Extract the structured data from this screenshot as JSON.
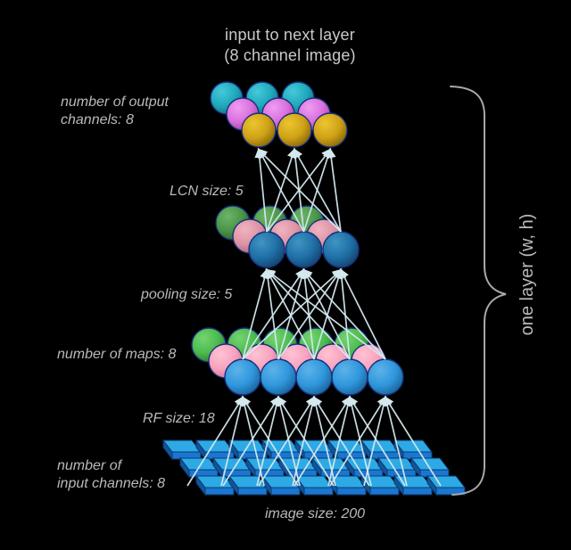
{
  "title": {
    "line1": "input to next layer",
    "line2": "(8 channel image)"
  },
  "labels": {
    "output_channels": [
      "number of output",
      "channels: 8"
    ],
    "lcn": "LCN size: 5",
    "pooling": "pooling size: 5",
    "maps": "number of maps: 8",
    "rf": "RF size: 18",
    "input_channels": [
      "number of",
      "input channels: 8"
    ],
    "image_size": "image size: 200",
    "brace": "one layer (w, h)"
  },
  "colors": {
    "background": "#000000",
    "label_text": "#b9b9b9",
    "title_text": "#c9c9c9",
    "connection_line": "#d4e8ee",
    "brace": "#a8a8a8",
    "sphere_outline": "#17317c",
    "tile_top": "#2daae6",
    "tile_front": "#1b76d2",
    "tile_side": "#14549c",
    "tile_outline": "#0a3a6b",
    "spheres": {
      "teal": {
        "hi": "#45c9da",
        "base": "#1fa9bc",
        "lo": "#0f6e80"
      },
      "magenta": {
        "hi": "#ef9df2",
        "base": "#d96fdd",
        "lo": "#97409c"
      },
      "gold": {
        "hi": "#ecc52f",
        "base": "#cfa117",
        "lo": "#7e5f07"
      },
      "green_dark": {
        "hi": "#6cb468",
        "base": "#4a9447",
        "lo": "#2b5c29"
      },
      "pink_muted": {
        "hi": "#f0b4c1",
        "base": "#dd93a4",
        "lo": "#a96072"
      },
      "blue_steel": {
        "hi": "#4095c2",
        "base": "#1e6fa6",
        "lo": "#123f66"
      },
      "green_bright": {
        "hi": "#74d470",
        "base": "#4cba4e",
        "lo": "#27742a"
      },
      "pink_bright": {
        "hi": "#ffc3d4",
        "base": "#f7a2be",
        "lo": "#cc6e92"
      },
      "blue_bright": {
        "hi": "#5cb3e8",
        "base": "#2f97dc",
        "lo": "#175d93"
      }
    }
  },
  "clusters": [
    {
      "name": "output-channels-cluster",
      "rows": [
        {
          "color": "teal",
          "count": 3
        },
        {
          "color": "magenta",
          "count": 3
        },
        {
          "color": "gold",
          "count": 3
        }
      ]
    },
    {
      "name": "lcn-cluster",
      "rows": [
        {
          "color": "green_dark",
          "count": 3
        },
        {
          "color": "pink_muted",
          "count": 3
        },
        {
          "color": "blue_steel",
          "count": 3
        }
      ]
    },
    {
      "name": "maps-cluster",
      "rows": [
        {
          "color": "green_bright",
          "count": 5
        },
        {
          "color": "pink_bright",
          "count": 5
        },
        {
          "color": "blue_bright",
          "count": 5
        }
      ]
    }
  ],
  "input_grid": {
    "rows": 3,
    "cols": 8
  }
}
